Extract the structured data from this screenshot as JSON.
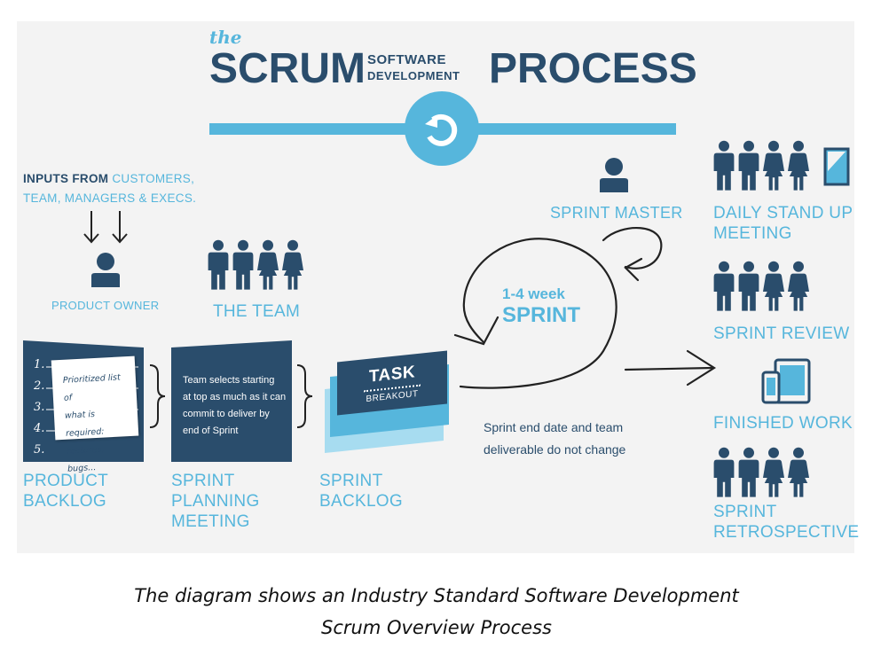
{
  "title": {
    "the": "the",
    "scrum": "SCRUM",
    "software": "SOFTWARE",
    "development": "DEVELOPMENT",
    "process": "PROCESS"
  },
  "inputs": {
    "bold": "INPUTS FROM",
    "rest_line1": "CUSTOMERS,",
    "line2": "TEAM, MANAGERS & EXECS."
  },
  "product_owner": "PRODUCT OWNER",
  "the_team": "THE TEAM",
  "sprint_master": "SPRINT MASTER",
  "backlog_numbers": [
    "1.",
    "2.",
    "3.",
    "4.",
    "5."
  ],
  "backlog_note": [
    "Prioritized list of",
    "what is required:",
    "features, bugs..."
  ],
  "planning_note": [
    "Team selects starting",
    "at top as much as it can",
    "commit to deliver by",
    "end of Sprint"
  ],
  "task": {
    "title": "TASK",
    "sub": "BREAKOUT"
  },
  "sprint": {
    "weeks": "1-4 week",
    "label": "SPRINT"
  },
  "sprint_note": [
    "Sprint end date and team",
    "deliverable do not change"
  ],
  "stages": {
    "product_backlog": [
      "PRODUCT",
      "BACKLOG"
    ],
    "sprint_planning": [
      "SPRINT",
      "PLANNING",
      "MEETING"
    ],
    "sprint_backlog": [
      "SPRINT",
      "BACKLOG"
    ]
  },
  "right_column": {
    "daily": [
      "DAILY STAND UP",
      "MEETING"
    ],
    "review": "SPRINT REVIEW",
    "finished": "FINISHED WORK",
    "retro": [
      "SPRINT",
      "RETROSPECTIVE"
    ]
  },
  "caption": [
    "The diagram shows an Industry Standard Software Development",
    "Scrum Overview Process"
  ],
  "colors": {
    "dark": "#2a4d6c",
    "light": "#56b6dc",
    "background": "#f3f3f3"
  }
}
